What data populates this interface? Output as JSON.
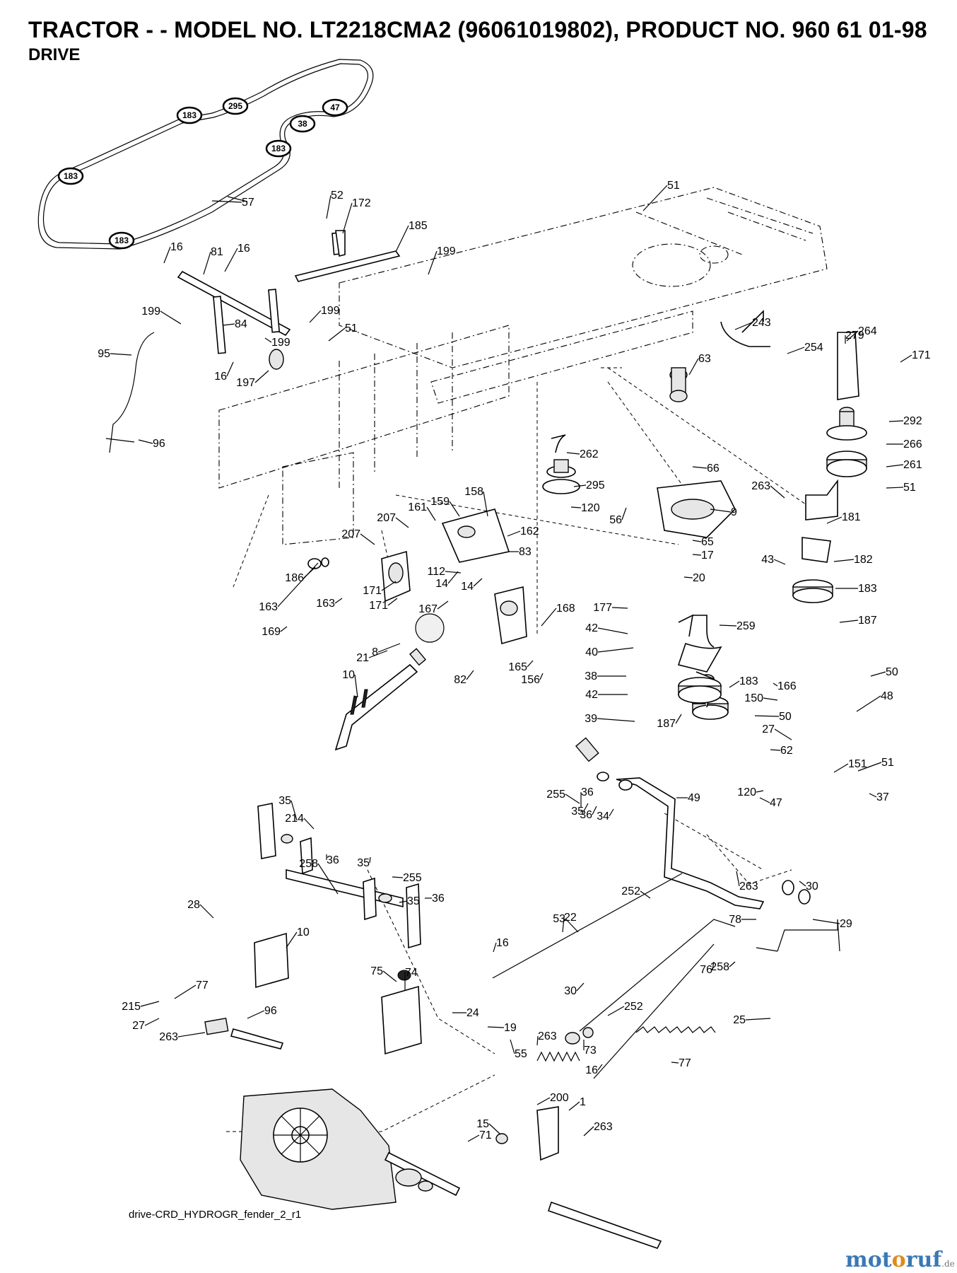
{
  "header": {
    "title": "TRACTOR - - MODEL NO. LT2218CMA2 (96061019802), PRODUCT NO. 960 61 01-98",
    "section": "DRIVE"
  },
  "footer": {
    "drawing_id": "drive-CRD_HYDROGR_fender_2_r1"
  },
  "watermark": {
    "part1": "mot",
    "part2": "o",
    "part3": "ruf",
    "suffix": ".de"
  },
  "belt_pulley_labels": [
    "183",
    "295",
    "47",
    "38",
    "183",
    "183",
    "183"
  ],
  "callouts": [
    "57",
    "52",
    "172",
    "185",
    "199",
    "51",
    "16",
    "81",
    "16",
    "199",
    "84",
    "199",
    "199",
    "51",
    "95",
    "16",
    "197",
    "96",
    "243",
    "254",
    "279",
    "264",
    "171",
    "63",
    "292",
    "266",
    "261",
    "51",
    "262",
    "66",
    "295",
    "120",
    "56",
    "263",
    "9",
    "181",
    "65",
    "17",
    "20",
    "43",
    "182",
    "183",
    "187",
    "161",
    "159",
    "158",
    "207",
    "162",
    "207",
    "112",
    "14",
    "83",
    "186",
    "14",
    "163",
    "171",
    "167",
    "163",
    "169",
    "171",
    "177",
    "259",
    "42",
    "40",
    "38",
    "42",
    "39",
    "183",
    "187",
    "21",
    "8",
    "168",
    "10",
    "82",
    "165",
    "156",
    "166",
    "50",
    "50",
    "150",
    "48",
    "27",
    "151",
    "62",
    "35",
    "36",
    "34",
    "49",
    "51",
    "47",
    "37",
    "120",
    "255",
    "35",
    "36",
    "214",
    "36",
    "35",
    "255",
    "258",
    "36",
    "35",
    "263",
    "30",
    "22",
    "28",
    "10",
    "53",
    "258",
    "29",
    "252",
    "16",
    "30",
    "78",
    "76",
    "75",
    "74",
    "77",
    "215",
    "27",
    "263",
    "96",
    "252",
    "25",
    "24",
    "19",
    "55",
    "263",
    "73",
    "16",
    "77",
    "200",
    "1",
    "15",
    "71",
    "263"
  ]
}
